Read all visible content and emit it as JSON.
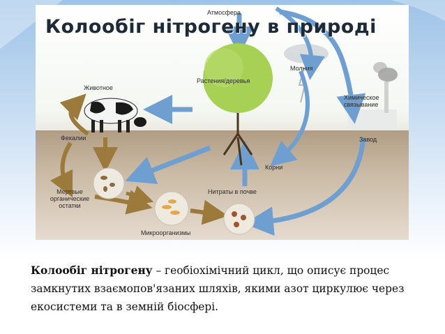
{
  "title": "Колообіг нітрогену в природі",
  "labels": {
    "atmosphere": "Атмосфера",
    "lightning": "Молния",
    "plants": "Растения/деревья",
    "animal": "Животное",
    "chemical_binding": "Химическое связывание",
    "feces": "Фекалии",
    "factory": "Завод",
    "roots": "Корни",
    "dead_organic": "Мертвые органические остатки",
    "nitrates": "Нитраты в почве",
    "microorganisms": "Микроорганизмы"
  },
  "caption": {
    "term": "Колообіг нітрогену",
    "text": " – геобіохімічний цикл, що описує процес замкнутих взаємопов'язаних шляхів, якими азот циркулює через екосистеми та в земній біосфері."
  },
  "colors": {
    "arrow_blue": "#6f9fd0",
    "arrow_brown": "#9b7a3c",
    "tree_green": "#a7d154"
  }
}
